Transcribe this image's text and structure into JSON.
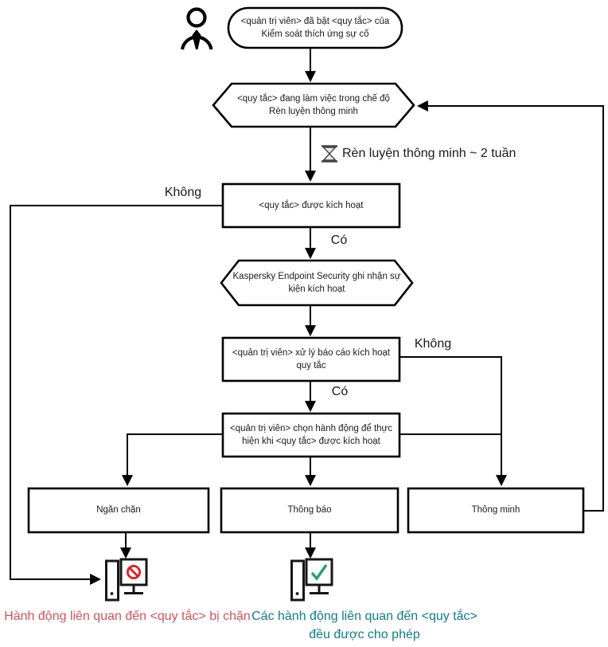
{
  "diagram": {
    "nodes": {
      "start": "<quản trị viên> đã bật <quy tắc> của Kiểm soát thích ứng sự cố",
      "smart_training_hexagon": "<quy tắc> đang làm việc trong chế độ Rèn luyện thông minh",
      "rule_triggered_box": "<quy tắc> được kích hoạt",
      "kes_event_hexagon": "Kaspersky Endpoint Security ghi nhận sự kiện kích hoạt",
      "admin_report_box": "<quản trị viên> xử lý báo cáo kích hoạt quy tắc",
      "admin_action_box": "<quản trị viên> chọn hành động để thực hiện khi <quy tắc> được kích hoạt",
      "action_block": "Ngăn chặn",
      "action_notify": "Thông báo",
      "action_smart": "Thông minh"
    },
    "labels": {
      "no": "Không",
      "yes": "Có",
      "training_duration": "Rèn luyện thông minh ~ 2 tuần"
    },
    "captions": {
      "blocked": "Hành động liên quan đến <quy tắc> bị chặn",
      "allowed": "Các hành động liên quan đến <quy tắc> đều được cho phép"
    },
    "icons": {
      "person": "person-admin silhouette",
      "hourglass": "hourglass timer",
      "computer_blocked": "desktop computer with prohibition sign",
      "computer_allowed": "desktop computer with check mark"
    },
    "colors": {
      "blocked": "#d5515b",
      "allowed": "#0e7d87",
      "prohibit": "#e01b24",
      "check": "#26a269"
    }
  }
}
